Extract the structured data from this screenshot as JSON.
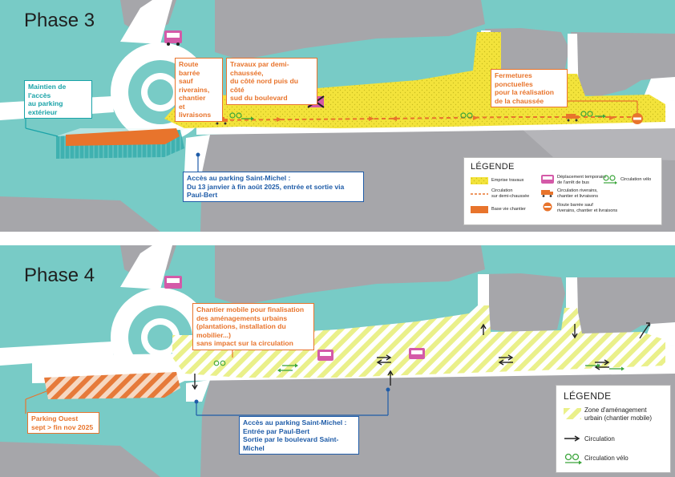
{
  "colors": {
    "water_green": "#78cbc6",
    "block_grey": "#a6a6aa",
    "road_white": "#ffffff",
    "works_yellow": "#f5e63a",
    "orange": "#e8742c",
    "blue": "#1f5ca8",
    "teal": "#1aa3a8",
    "green": "#3aa53a"
  },
  "phase3": {
    "title": "Phase 3",
    "callouts": {
      "parking_ext": {
        "line1": "Maintien de l'accès",
        "line2": "au parking extérieur"
      },
      "route_barree": {
        "line1": "Route barrée",
        "line2": "sauf riverains,",
        "line3": "chantier",
        "line4": "et livraisons"
      },
      "demi_chaussee": {
        "line1": "Travaux par demi-chaussée,",
        "line2": "du côté nord puis du côté",
        "line3": "sud du boulevard"
      },
      "fermetures": {
        "line1": "Fermetures ponctuelles",
        "line2": "pour la réalisation",
        "line3": "de la chaussée"
      },
      "acces_st_michel": {
        "line1": "Accès au parking Saint-Michel :",
        "line2": "Du 13 janvier à fin août 2025, entrée et sortie via Paul-Bert"
      }
    },
    "legend": {
      "title": "LÉGENDE",
      "items": {
        "emprise": "Emprise travaux",
        "circ_demi_1": "Circulation",
        "circ_demi_2": "sur demi-chaussée",
        "base_vie": "Base vie chantier",
        "bus_1": "Déplacement temporaire",
        "bus_2": "de l'arrêt de bus",
        "riverains_1": "Circulation riverains,",
        "riverains_2": "chantier et livraisons",
        "barree_1": "Route barrée sauf",
        "barree_2": "riverains, chantier et livraisons",
        "velo": "Circulation vélo"
      },
      "icons": [
        "yellow-hatch-icon",
        "dashed-red-line-icon",
        "orange-rect-icon",
        "bus-stop-icon",
        "truck-icon",
        "no-entry-icon",
        "bicycle-icon"
      ]
    }
  },
  "phase4": {
    "title": "Phase 4",
    "callouts": {
      "chantier_mobile": {
        "line1": "Chantier mobile pour finalisation",
        "line2": "des aménagements urbains",
        "line3": "(plantations, installation du mobilier...)",
        "line4": "sans impact sur la circulation"
      },
      "parking_ouest": {
        "line1": "Parking Ouest",
        "line2": "sept > fin nov 2025"
      },
      "acces_st_michel": {
        "line1": "Accès au parking Saint-Michel :",
        "line2": "Entrée par Paul-Bert",
        "line3": "Sortie par le boulevard Saint-Michel"
      }
    },
    "legend": {
      "title": "LÉGENDE",
      "items": {
        "zone_1": "Zone d'aménagement",
        "zone_2": "urbain (chantier mobile)",
        "circulation": "Circulation",
        "velo": "Circulation vélo"
      },
      "icons": [
        "hatch-zone-icon",
        "arrow-icon",
        "bicycle-icon"
      ]
    }
  }
}
